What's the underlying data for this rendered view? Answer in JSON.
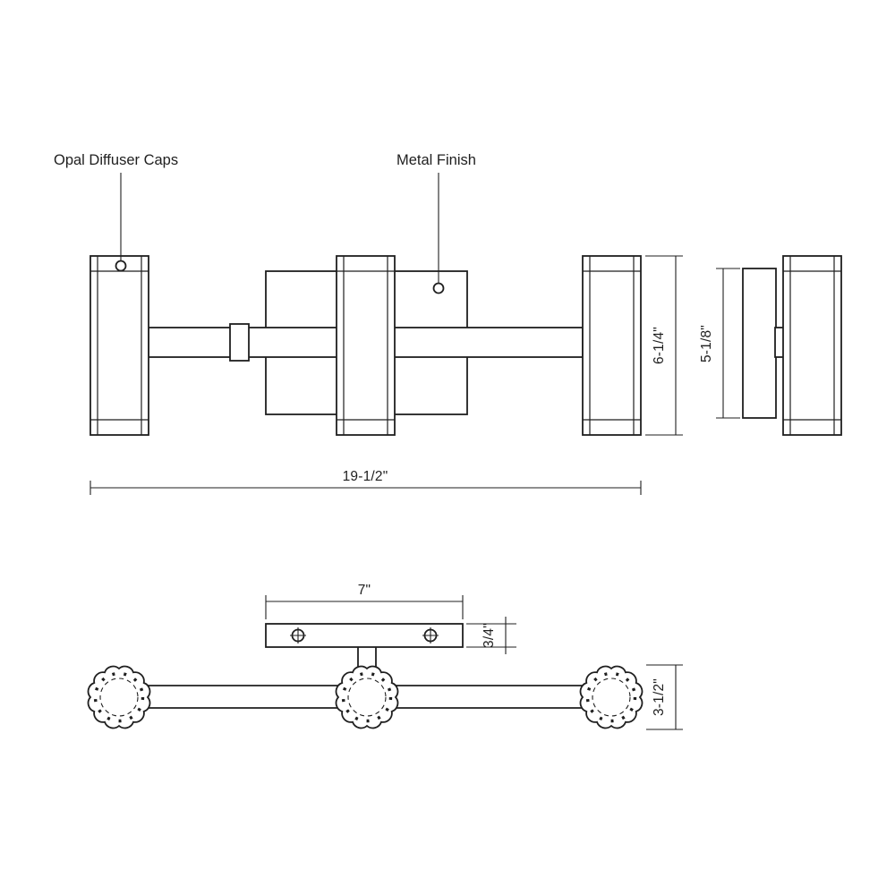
{
  "drawing": {
    "background": "#ffffff",
    "line_color": "#1f1f1f",
    "callouts": {
      "opal_diffuser_caps": "Opal Diffuser Caps",
      "metal_finish": "Metal Finish"
    },
    "dimensions": {
      "overall_width": "19-1/2\"",
      "overall_height": "6-1/4\"",
      "backplate_height": "5-1/8\"",
      "mounting_plate_width": "7\"",
      "mounting_plate_depth": "3/4\"",
      "fixture_depth": "3-1/2\""
    }
  }
}
